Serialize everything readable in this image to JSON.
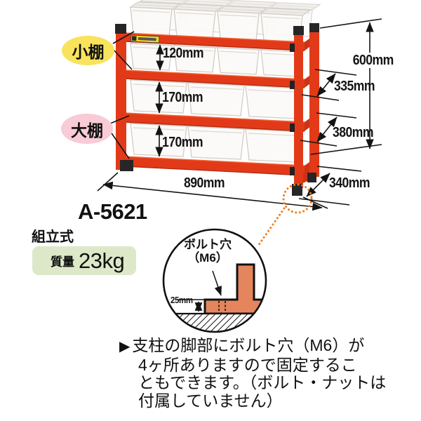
{
  "product": {
    "code": "A-5621",
    "assembly_label": "組立式",
    "weight_label": "質量",
    "weight_value": "23kg"
  },
  "callouts": {
    "small_shelf": "小棚",
    "large_shelf": "大棚"
  },
  "dimensions": {
    "small_shelf_pitch": "120mm",
    "large_shelf_pitch_upper": "170mm",
    "large_shelf_pitch_lower": "170mm",
    "overall_height": "600mm",
    "small_shelf_depth": "335mm",
    "large_shelf_depth": "380mm",
    "overall_width": "890mm",
    "base_depth": "340mm"
  },
  "bolt_detail": {
    "label_line1": "ボルト穴",
    "label_line2": "（M6）",
    "base_plate_height": "25mm"
  },
  "note": {
    "bullet": "▶",
    "lines": [
      "支柱の脚部にボルト穴（M6）が",
      "4ヶ所ありますので固定するこ",
      "ともできます。（ボルト・ナットは",
      "付属していません）"
    ]
  },
  "colors": {
    "rack_red": "#e23a18",
    "rack_red_dark": "#c43113",
    "bin_fill": "#faf8f5",
    "small_shelf_callout": "#f9e35c",
    "large_shelf_callout": "#f8cbd6",
    "weight_box_green": "#dde8c8",
    "foot_section_orange": "#e5855d",
    "highlight_orange": "#ef7e1c"
  }
}
